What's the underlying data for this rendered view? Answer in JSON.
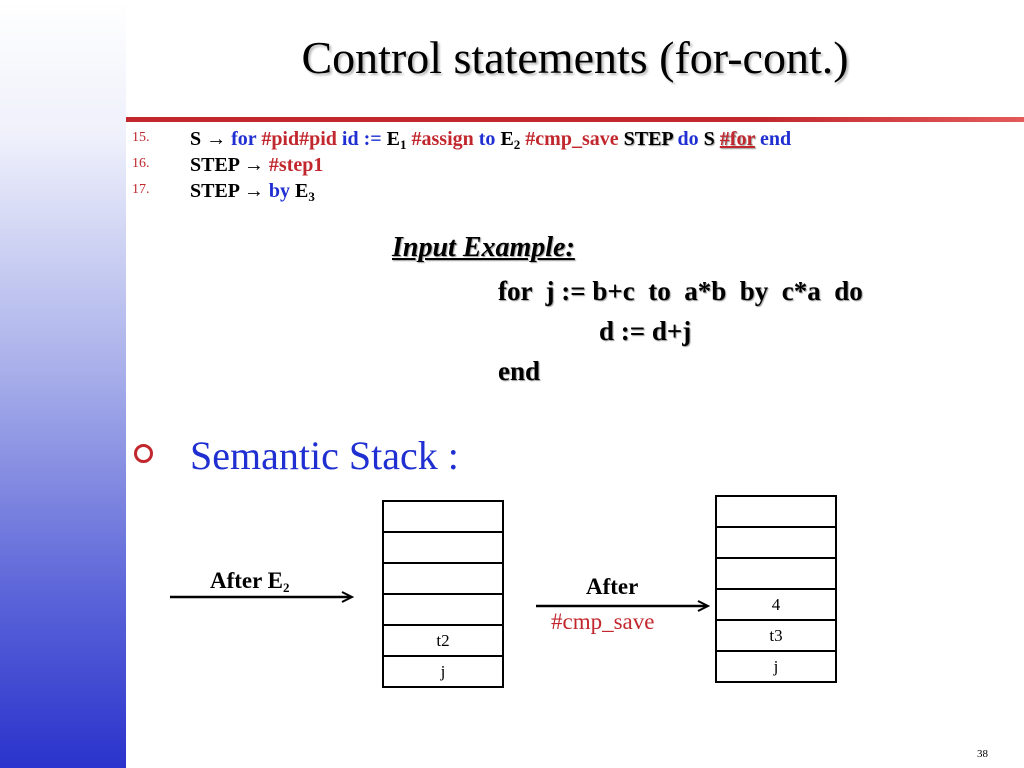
{
  "slide": {
    "title": "Control statements (for-cont.)",
    "page_number": "38"
  },
  "grammar": [
    {
      "number": "15.",
      "parts": [
        {
          "text": "S ",
          "style": "plain"
        },
        {
          "text": "→ ",
          "style": "plain"
        },
        {
          "text": "for ",
          "style": "blue"
        },
        {
          "text": "#pid#pid ",
          "style": "red"
        },
        {
          "text": "id := ",
          "style": "blue"
        },
        {
          "text": " E",
          "style": "plain"
        },
        {
          "text": "1",
          "style": "sub"
        },
        {
          "text": " #assign ",
          "style": "red"
        },
        {
          "text": "to ",
          "style": "blue"
        },
        {
          "text": "E",
          "style": "plain"
        },
        {
          "text": "2",
          "style": "sub"
        },
        {
          "text": " #cmp_save ",
          "style": "red"
        },
        {
          "text": "STEP",
          "style": "shadow"
        },
        {
          "text": " do ",
          "style": "blue"
        },
        {
          "text": "S",
          "style": "shadow"
        },
        {
          "text": " ",
          "style": "plain"
        },
        {
          "text": "#for",
          "style": "highlight"
        },
        {
          "text": " end",
          "style": "blue"
        }
      ]
    },
    {
      "number": "16.",
      "parts": [
        {
          "text": "STEP ",
          "style": "plain"
        },
        {
          "text": "→ ",
          "style": "plain"
        },
        {
          "text": "#step1",
          "style": "red"
        }
      ]
    },
    {
      "number": "17.",
      "parts": [
        {
          "text": "STEP ",
          "style": "plain"
        },
        {
          "text": "→ ",
          "style": "plain"
        },
        {
          "text": "by ",
          "style": "blue"
        },
        {
          "text": "E",
          "style": "plain"
        },
        {
          "text": "3",
          "style": "sub"
        }
      ]
    }
  ],
  "example": {
    "title": "Input Example:",
    "lines": [
      "for  j := b+c  to  a*b  by  c*a  do",
      "d := d+j",
      "end"
    ]
  },
  "semantic_stack": {
    "heading": "Semantic Stack :",
    "left": {
      "label": "After E",
      "label_sub": "2",
      "cells": [
        "",
        "",
        "",
        "",
        "t2",
        "j"
      ]
    },
    "right": {
      "label_line1": "After",
      "label_line2": "#cmp_save",
      "cells": [
        "",
        "",
        "",
        "4",
        "t3",
        "j"
      ]
    }
  },
  "colors": {
    "blue": "#1f2fd1",
    "red": "#c1272d"
  }
}
